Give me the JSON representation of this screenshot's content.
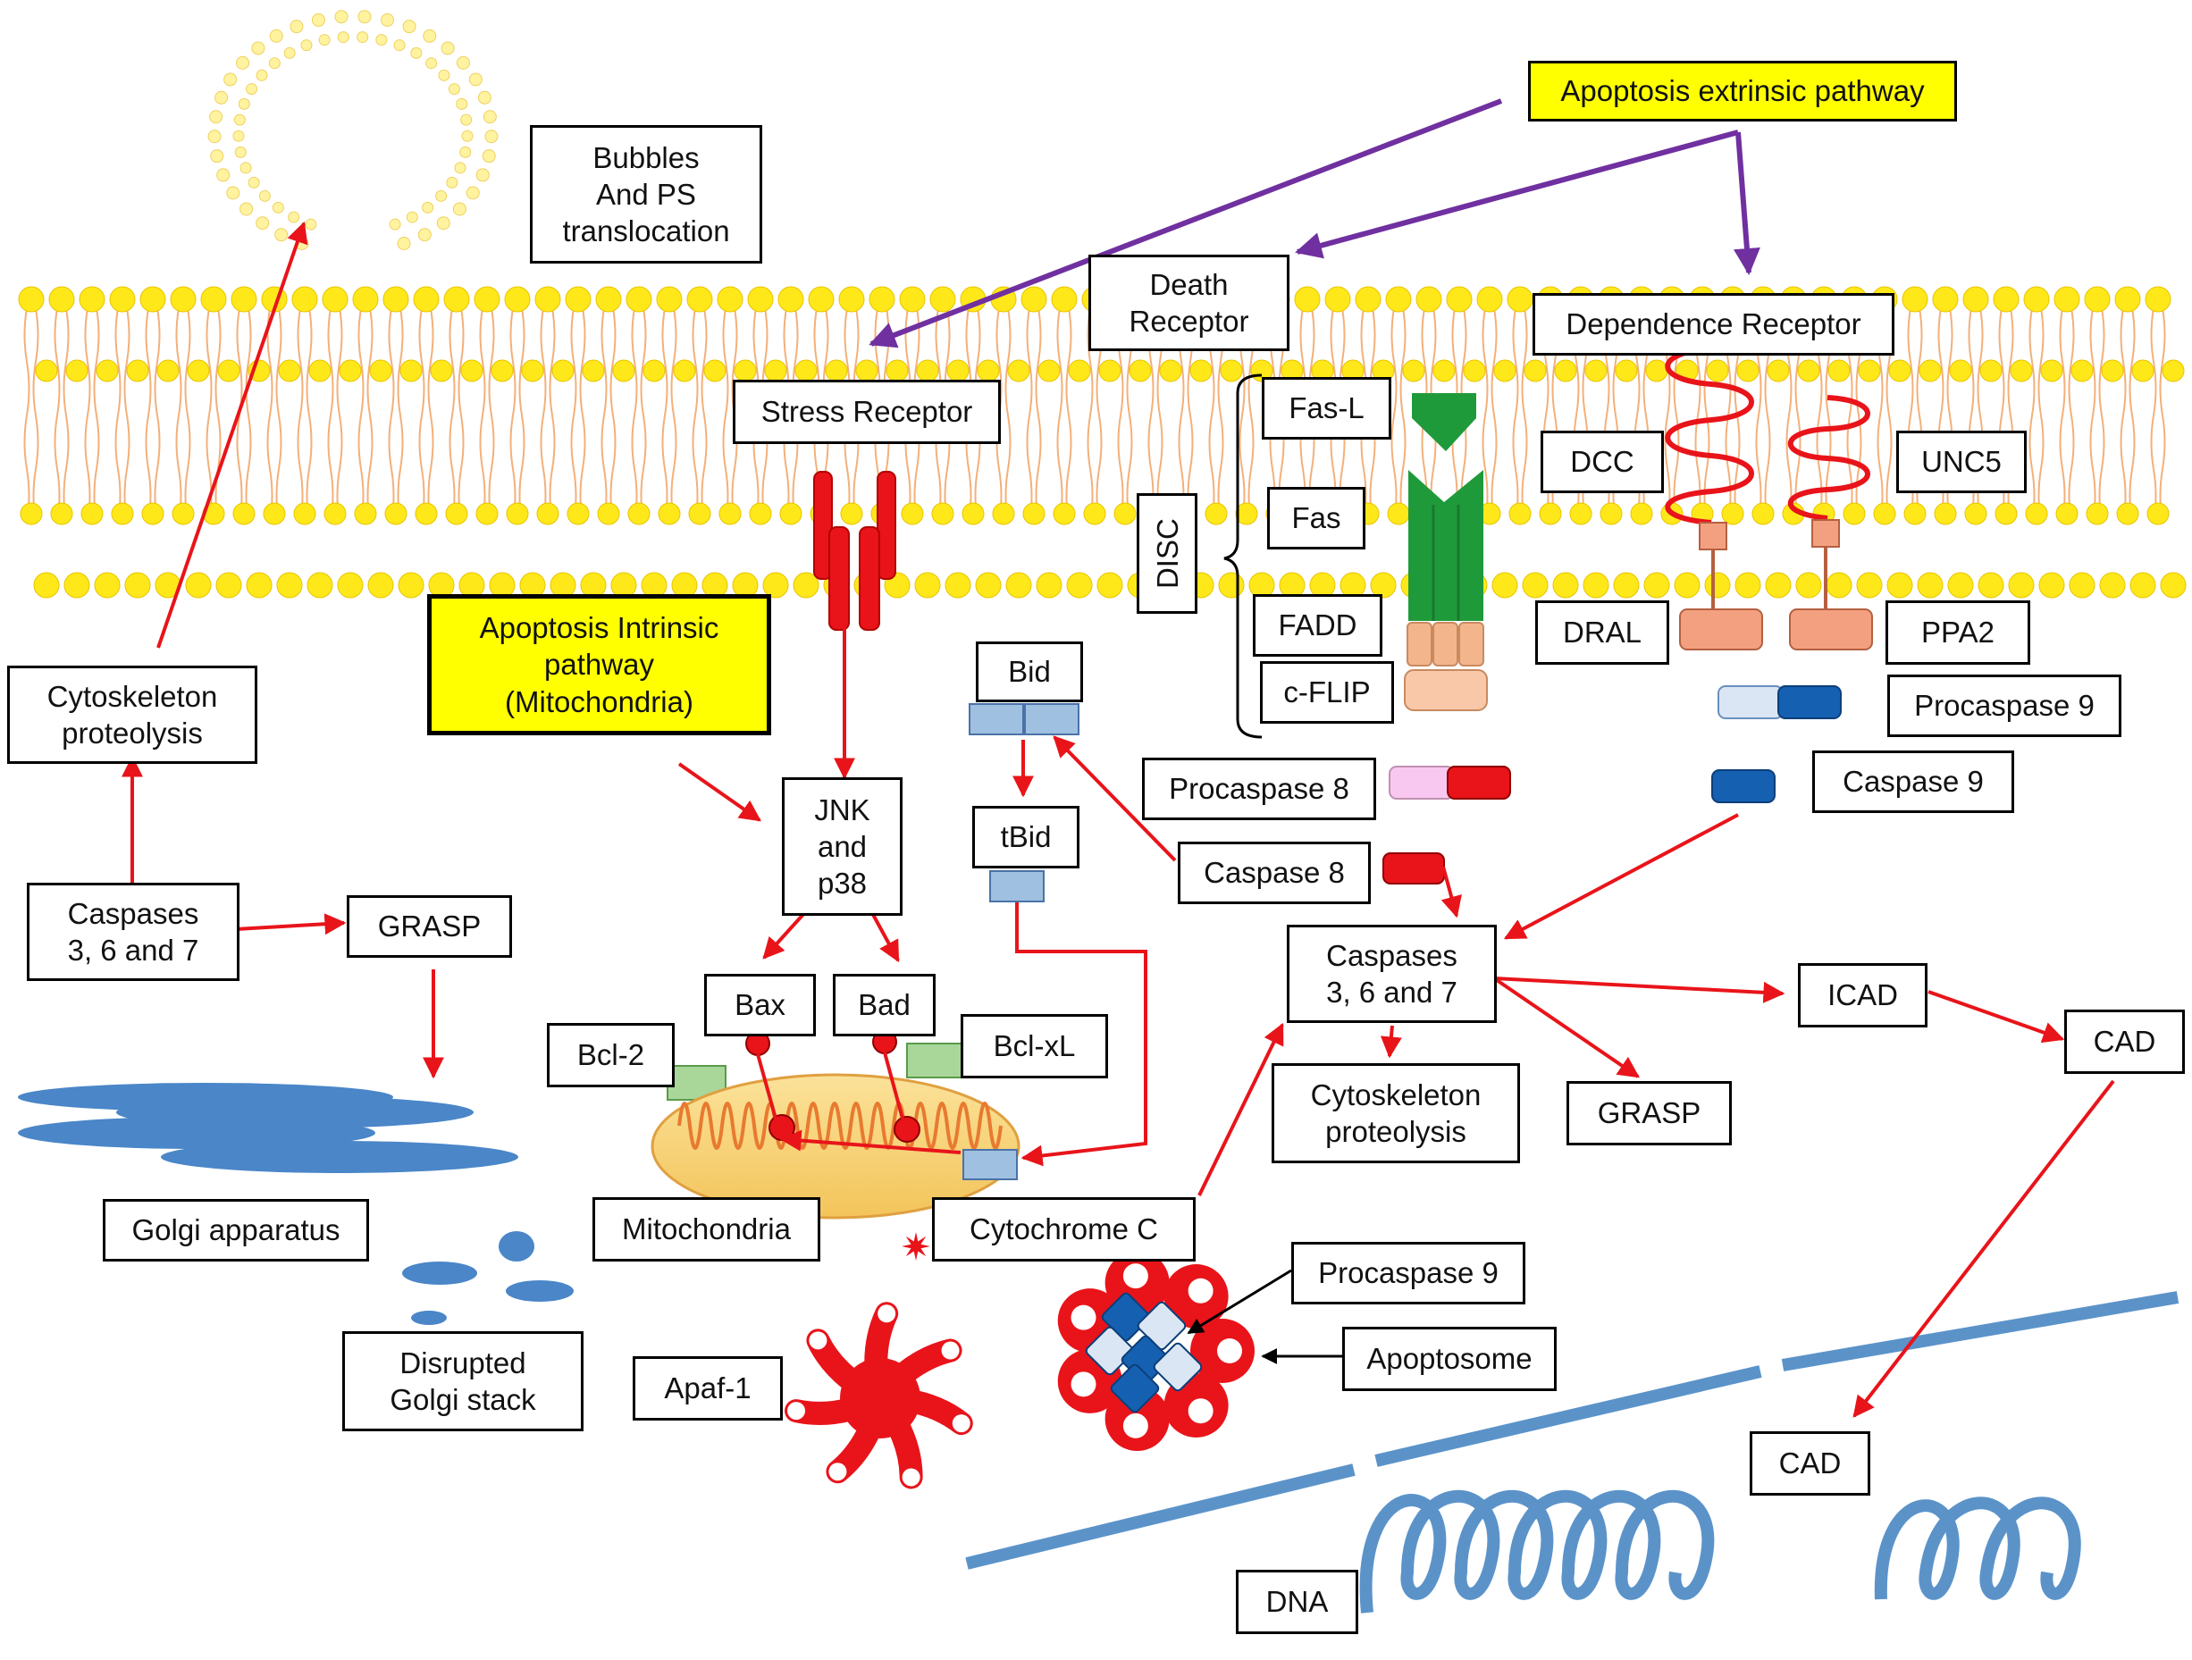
{
  "colors": {
    "membrane_head": "#ffe81a",
    "membrane_tail": "#f3b07a",
    "arrow_red": "#e8141a",
    "arrow_purple": "#7030a0",
    "receptor_green": "#1f9a3a",
    "golgi_blue": "#4a86c8",
    "dna_blue": "#5b93c9",
    "mito_fill": "#f7cc6e",
    "highlight_yellow": "#ffff00"
  },
  "labels": {
    "bubbles": "Bubbles\nAnd PS\ntranslocation",
    "extrinsic": "Apoptosis extrinsic pathway",
    "death_receptor": "Death\nReceptor",
    "dependence_receptor": "Dependence  Receptor",
    "stress_receptor": "Stress Receptor",
    "fasl": "Fas-L",
    "fas": "Fas",
    "fadd": "FADD",
    "cflip": "c-FLIP",
    "disc": "DISC",
    "dcc": "DCC",
    "unc5": "UNC5",
    "dral": "DRAL",
    "ppa2": "PPA2",
    "procaspase9_top": "Procaspase 9",
    "caspase9": "Caspase 9",
    "intrinsic": "Apoptosis Intrinsic\npathway\n(Mitochondria)",
    "bid": "Bid",
    "tbid": "tBid",
    "jnk": "JNK\nand\np38",
    "procaspase8": "Procaspase 8",
    "caspase8": "Caspase 8",
    "cyto_left": "Cytoskeleton\nproteolysis",
    "casp367_left": "Caspases\n3, 6 and 7",
    "grasp_left": "GRASP",
    "bax": "Bax",
    "bad": "Bad",
    "bcl2": "Bcl-2",
    "bclxl": "Bcl-xL",
    "casp367_right": "Caspases\n3, 6 and 7",
    "icad": "ICAD",
    "cad_top": "CAD",
    "cyto_right": "Cytoskeleton\nproteolysis",
    "grasp_right": "GRASP",
    "golgi": "Golgi apparatus",
    "mitochondria": "Mitochondria",
    "cytochrome": "Cytochrome C",
    "procaspase9_bottom": "Procaspase 9",
    "apoptosome": "Apoptosome",
    "disrupted": "Disrupted\nGolgi stack",
    "apaf1": "Apaf-1",
    "cad_bottom": "CAD",
    "dna": "DNA"
  }
}
